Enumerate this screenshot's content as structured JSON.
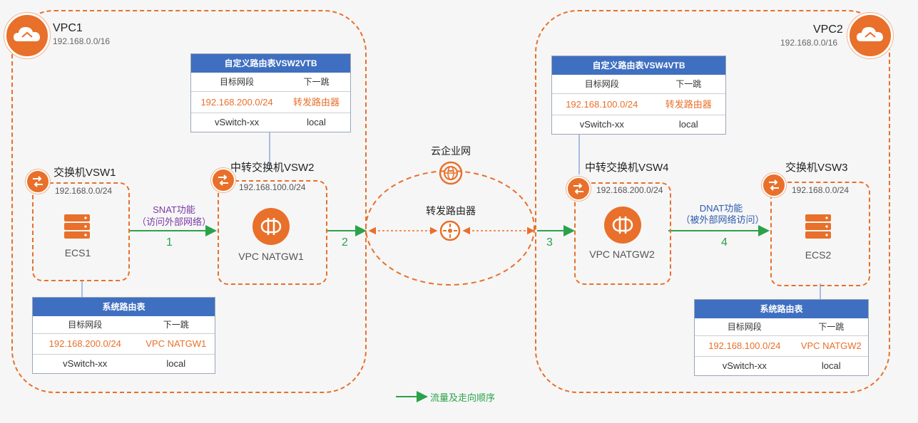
{
  "vpc1": {
    "name": "VPC1",
    "cidr": "192.168.0.0/16"
  },
  "vpc2": {
    "name": "VPC2",
    "cidr": "192.168.0.0/16"
  },
  "vsw1": {
    "name": "交换机VSW1",
    "cidr": "192.168.0.0/24",
    "device": "ECS1"
  },
  "vsw2": {
    "name": "中转交换机VSW2",
    "cidr": "192.168.100.0/24",
    "device": "VPC NATGW1"
  },
  "vsw4": {
    "name": "中转交换机VSW4",
    "cidr": "192.168.200.0/24",
    "device": "VPC NATGW2"
  },
  "vsw3": {
    "name": "交换机VSW3",
    "cidr": "192.168.0.0/24",
    "device": "ECS2"
  },
  "cen": {
    "name": "云企业网",
    "router": "转发路由器"
  },
  "snat": {
    "line1": "SNAT功能",
    "line2": "（访问外部网络）"
  },
  "dnat": {
    "line1": "DNAT功能",
    "line2": "（被外部网络访问）"
  },
  "flows": {
    "f1": "1",
    "f2": "2",
    "f3": "3",
    "f4": "4"
  },
  "legend": {
    "label": "流量及走向顺序"
  },
  "rt_vsw2": {
    "title": "自定义路由表VSW2VTB",
    "col_dest": "目标网段",
    "col_next": "下一跳",
    "rows": [
      {
        "dest": "192.168.200.0/24",
        "next": "转发路由器"
      },
      {
        "dest": "vSwitch-xx",
        "next": "local"
      }
    ]
  },
  "rt_vsw4": {
    "title": "自定义路由表VSW4VTB",
    "col_dest": "目标网段",
    "col_next": "下一跳",
    "rows": [
      {
        "dest": "192.168.100.0/24",
        "next": "转发路由器"
      },
      {
        "dest": "vSwitch-xx",
        "next": "local"
      }
    ]
  },
  "rt_sys1": {
    "title": "系统路由表",
    "col_dest": "目标网段",
    "col_next": "下一跳",
    "rows": [
      {
        "dest": "192.168.200.0/24",
        "next": "VPC NATGW1"
      },
      {
        "dest": "vSwitch-xx",
        "next": "local"
      }
    ]
  },
  "rt_sys2": {
    "title": "系统路由表",
    "col_dest": "目标网段",
    "col_next": "下一跳",
    "rows": [
      {
        "dest": "192.168.100.0/24",
        "next": "VPC NATGW2"
      },
      {
        "dest": "vSwitch-xx",
        "next": "local"
      }
    ]
  },
  "colors": {
    "accent": "#e8702a",
    "flow": "#2aa24a",
    "table_header": "#3f6fc0"
  }
}
